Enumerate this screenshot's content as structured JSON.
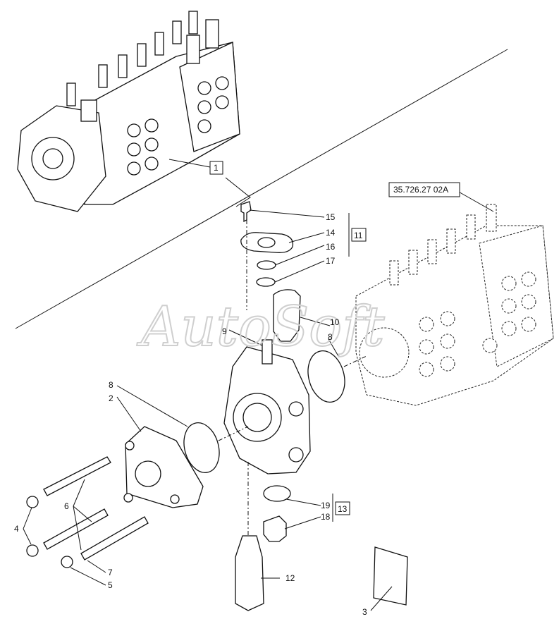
{
  "watermark": "AutoSoft",
  "reference_label": "35.726.27 02A",
  "callouts": {
    "c1": "1",
    "c2": "2",
    "c3": "3",
    "c4": "4",
    "c5": "5",
    "c6": "6",
    "c7": "7",
    "c8a": "8",
    "c8b": "8",
    "c9": "9",
    "c10": "10",
    "c11": "11",
    "c12": "12",
    "c13": "13",
    "c14": "14",
    "c15": "15",
    "c16": "16",
    "c17": "17",
    "c18": "18",
    "c19": "19"
  },
  "colors": {
    "line": "#111111",
    "watermark": "#cfcfcf",
    "background": "#ffffff"
  }
}
